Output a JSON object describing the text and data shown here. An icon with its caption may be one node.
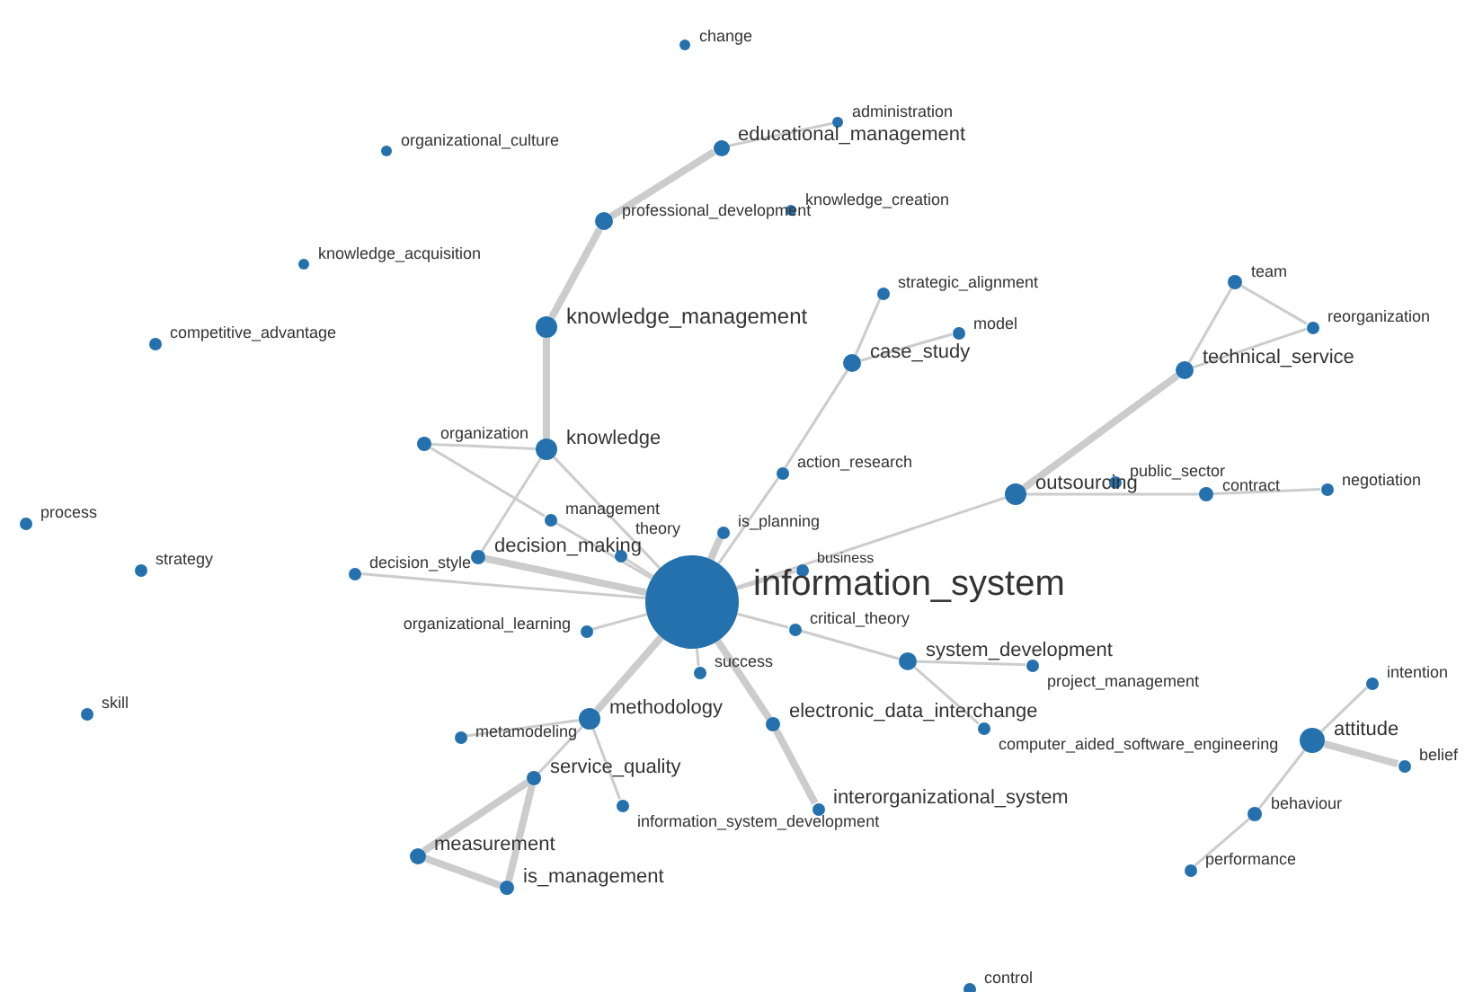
{
  "diagram": {
    "nodes": [
      {
        "text": [
          "change"
        ]
      },
      {
        "text": [
          "administration"
        ]
      },
      {
        "text": [
          "organizational_culture"
        ]
      },
      {
        "text": [
          "educational_management"
        ]
      },
      {
        "text": [
          "knowledge_creation"
        ]
      },
      {
        "text": [
          "professional_development"
        ]
      },
      {
        "text": [
          "knowledge_acquisition"
        ]
      },
      {
        "text": [
          "team"
        ]
      },
      {
        "text": [
          "strategic_alignment"
        ]
      },
      {
        "text": [
          "reorganization"
        ]
      },
      {
        "text": [
          "knowledge_management"
        ]
      },
      {
        "text": [
          "model"
        ]
      },
      {
        "text": [
          "competitive_advantage"
        ]
      },
      {
        "text": [
          "case_study"
        ]
      },
      {
        "text": [
          "technical_service"
        ]
      },
      {
        "text": [
          "organization"
        ]
      },
      {
        "text": [
          "knowledge"
        ]
      },
      {
        "text": [
          "action_research"
        ]
      },
      {
        "text": [
          "public_sector"
        ]
      },
      {
        "text": [
          "outsourcing"
        ]
      },
      {
        "text": [
          "contract"
        ]
      },
      {
        "text": [
          "negotiation"
        ]
      },
      {
        "text": [
          "management"
        ]
      },
      {
        "text": [
          "process"
        ]
      },
      {
        "text": [
          "is_planning"
        ]
      },
      {
        "text": [
          "decision_making"
        ]
      },
      {
        "text": [
          "theory"
        ]
      },
      {
        "text": [
          "strategy"
        ]
      },
      {
        "text": [
          "business"
        ]
      },
      {
        "text": [
          "decision_style"
        ]
      },
      {
        "text": [
          "information_system"
        ]
      },
      {
        "text": [
          "organizational_learning"
        ]
      },
      {
        "text": [
          "critical_theory"
        ]
      },
      {
        "text": [
          "system_development"
        ]
      },
      {
        "text": [
          "project_management"
        ]
      },
      {
        "text": [
          "success"
        ]
      },
      {
        "text": [
          "intention"
        ]
      },
      {
        "text": [
          "skill"
        ]
      },
      {
        "text": [
          "methodology"
        ]
      },
      {
        "text": [
          "electronic_data_interchange"
        ]
      },
      {
        "text": [
          "metamodeling"
        ]
      },
      {
        "text": [
          "computer_aided_software_engineering"
        ]
      },
      {
        "text": [
          "attitude"
        ]
      },
      {
        "text": [
          "belief"
        ]
      },
      {
        "text": [
          "service_quality"
        ]
      },
      {
        "text": [
          "information_system_development"
        ]
      },
      {
        "text": [
          "interorganizational_system"
        ]
      },
      {
        "text": [
          "behaviour"
        ]
      },
      {
        "text": [
          "measurement"
        ]
      },
      {
        "text": [
          "is_management"
        ]
      },
      {
        "text": [
          "performance"
        ]
      },
      {
        "text": [
          "control"
        ]
      }
    ],
    "edges": [
      {
        "from": 3,
        "to": 1,
        "arrow": "none"
      },
      {
        "from": 5,
        "to": 3,
        "arrow": "none",
        "style": "thick"
      },
      {
        "from": 10,
        "to": 5,
        "arrow": "none",
        "style": "thick"
      },
      {
        "from": 16,
        "to": 10,
        "arrow": "none",
        "style": "thick"
      },
      {
        "from": 7,
        "to": 14,
        "arrow": "none"
      },
      {
        "from": 7,
        "to": 9,
        "arrow": "none"
      },
      {
        "from": 9,
        "to": 14,
        "arrow": "none"
      },
      {
        "from": 14,
        "to": 19,
        "arrow": "none",
        "style": "thick"
      },
      {
        "from": 13,
        "to": 8,
        "arrow": "none"
      },
      {
        "from": 13,
        "to": 11,
        "arrow": "none"
      },
      {
        "from": 13,
        "to": 17,
        "arrow": "none"
      },
      {
        "from": 17,
        "to": 30,
        "arrow": "none"
      },
      {
        "from": 15,
        "to": 16,
        "arrow": "none"
      },
      {
        "from": 15,
        "to": 22,
        "arrow": "none"
      },
      {
        "from": 22,
        "to": 30,
        "arrow": "none"
      },
      {
        "from": 16,
        "to": 25,
        "arrow": "none"
      },
      {
        "from": 16,
        "to": 30,
        "arrow": "none"
      },
      {
        "from": 29,
        "to": 30,
        "arrow": "none"
      },
      {
        "from": 25,
        "to": 30,
        "arrow": "none",
        "style": "thick"
      },
      {
        "from": 26,
        "to": 30,
        "arrow": "none"
      },
      {
        "from": 24,
        "to": 30,
        "arrow": "none",
        "style": "thick"
      },
      {
        "from": 28,
        "to": 30,
        "arrow": "none"
      },
      {
        "from": 30,
        "to": 32,
        "arrow": "none"
      },
      {
        "from": 32,
        "to": 33,
        "arrow": "none"
      },
      {
        "from": 31,
        "to": 30,
        "arrow": "none"
      },
      {
        "from": 35,
        "to": 30,
        "arrow": "none"
      },
      {
        "from": 19,
        "to": 30,
        "arrow": "none"
      },
      {
        "from": 19,
        "to": 20,
        "arrow": "none"
      },
      {
        "from": 20,
        "to": 21,
        "arrow": "none"
      },
      {
        "from": 33,
        "to": 34,
        "arrow": "none"
      },
      {
        "from": 33,
        "to": 41,
        "arrow": "none"
      },
      {
        "from": 30,
        "to": 38,
        "arrow": "none",
        "style": "thick"
      },
      {
        "from": 38,
        "to": 40,
        "arrow": "none"
      },
      {
        "from": 38,
        "to": 44,
        "arrow": "none"
      },
      {
        "from": 38,
        "to": 45,
        "arrow": "none"
      },
      {
        "from": 30,
        "to": 39,
        "arrow": "none",
        "style": "thick"
      },
      {
        "from": 39,
        "to": 46,
        "arrow": "none",
        "style": "thick"
      },
      {
        "from": 44,
        "to": 48,
        "arrow": "none",
        "style": "thick"
      },
      {
        "from": 44,
        "to": 49,
        "arrow": "none",
        "style": "thick"
      },
      {
        "from": 48,
        "to": 49,
        "arrow": "none",
        "style": "thick"
      },
      {
        "from": 42,
        "to": 36,
        "arrow": "none"
      },
      {
        "from": 42,
        "to": 43,
        "arrow": "none",
        "style": "thick"
      },
      {
        "from": 42,
        "to": 47,
        "arrow": "none"
      },
      {
        "from": 47,
        "to": 50,
        "arrow": "none"
      }
    ]
  }
}
